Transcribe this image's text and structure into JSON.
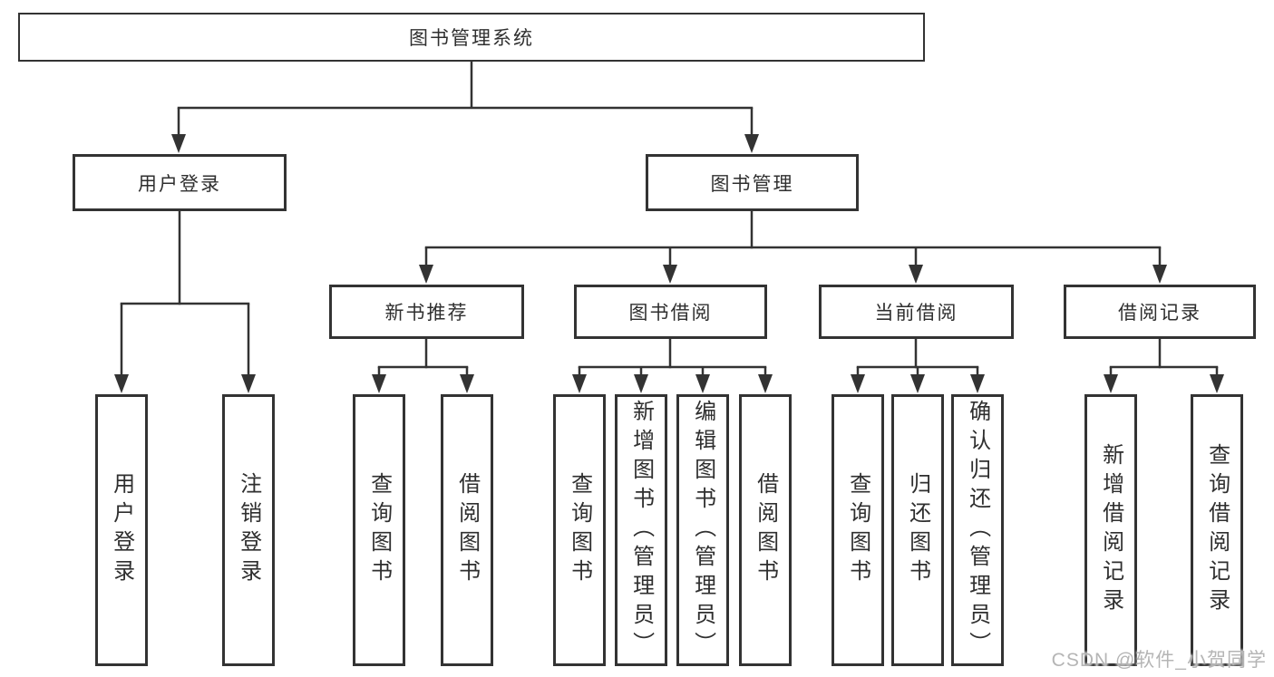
{
  "colors": {
    "background": "#ffffff",
    "line": "#333333",
    "box_border": "#333333",
    "text": "#2f2f2f",
    "watermark": "#b5b5b5"
  },
  "tree": {
    "root": {
      "label": "图书管理系统"
    },
    "level2": [
      {
        "label": "用户登录",
        "parent": "图书管理系统"
      },
      {
        "label": "图书管理",
        "parent": "图书管理系统"
      }
    ],
    "level3": [
      {
        "label": "新书推荐",
        "parent": "图书管理"
      },
      {
        "label": "图书借阅",
        "parent": "图书管理"
      },
      {
        "label": "当前借阅",
        "parent": "图书管理"
      },
      {
        "label": "借阅记录",
        "parent": "图书管理"
      }
    ],
    "leaves": [
      {
        "label": "用户登录",
        "parent": "用户登录"
      },
      {
        "label": "注销登录",
        "parent": "用户登录"
      },
      {
        "label": "查询图书",
        "parent": "新书推荐"
      },
      {
        "label": "借阅图书",
        "parent": "新书推荐"
      },
      {
        "label": "查询图书",
        "parent": "图书借阅"
      },
      {
        "label": "新增图书（管理员）",
        "parent": "图书借阅"
      },
      {
        "label": "编辑图书（管理员）",
        "parent": "图书借阅"
      },
      {
        "label": "借阅图书",
        "parent": "图书借阅"
      },
      {
        "label": "查询图书",
        "parent": "当前借阅"
      },
      {
        "label": "归还图书",
        "parent": "当前借阅"
      },
      {
        "label": "确认归还（管理员）",
        "parent": "当前借阅"
      },
      {
        "label": "新增借阅记录",
        "parent": "借阅记录"
      },
      {
        "label": "查询借阅记录",
        "parent": "借阅记录"
      }
    ]
  },
  "watermark": {
    "text": "CSDN @软件_小贺同学"
  }
}
